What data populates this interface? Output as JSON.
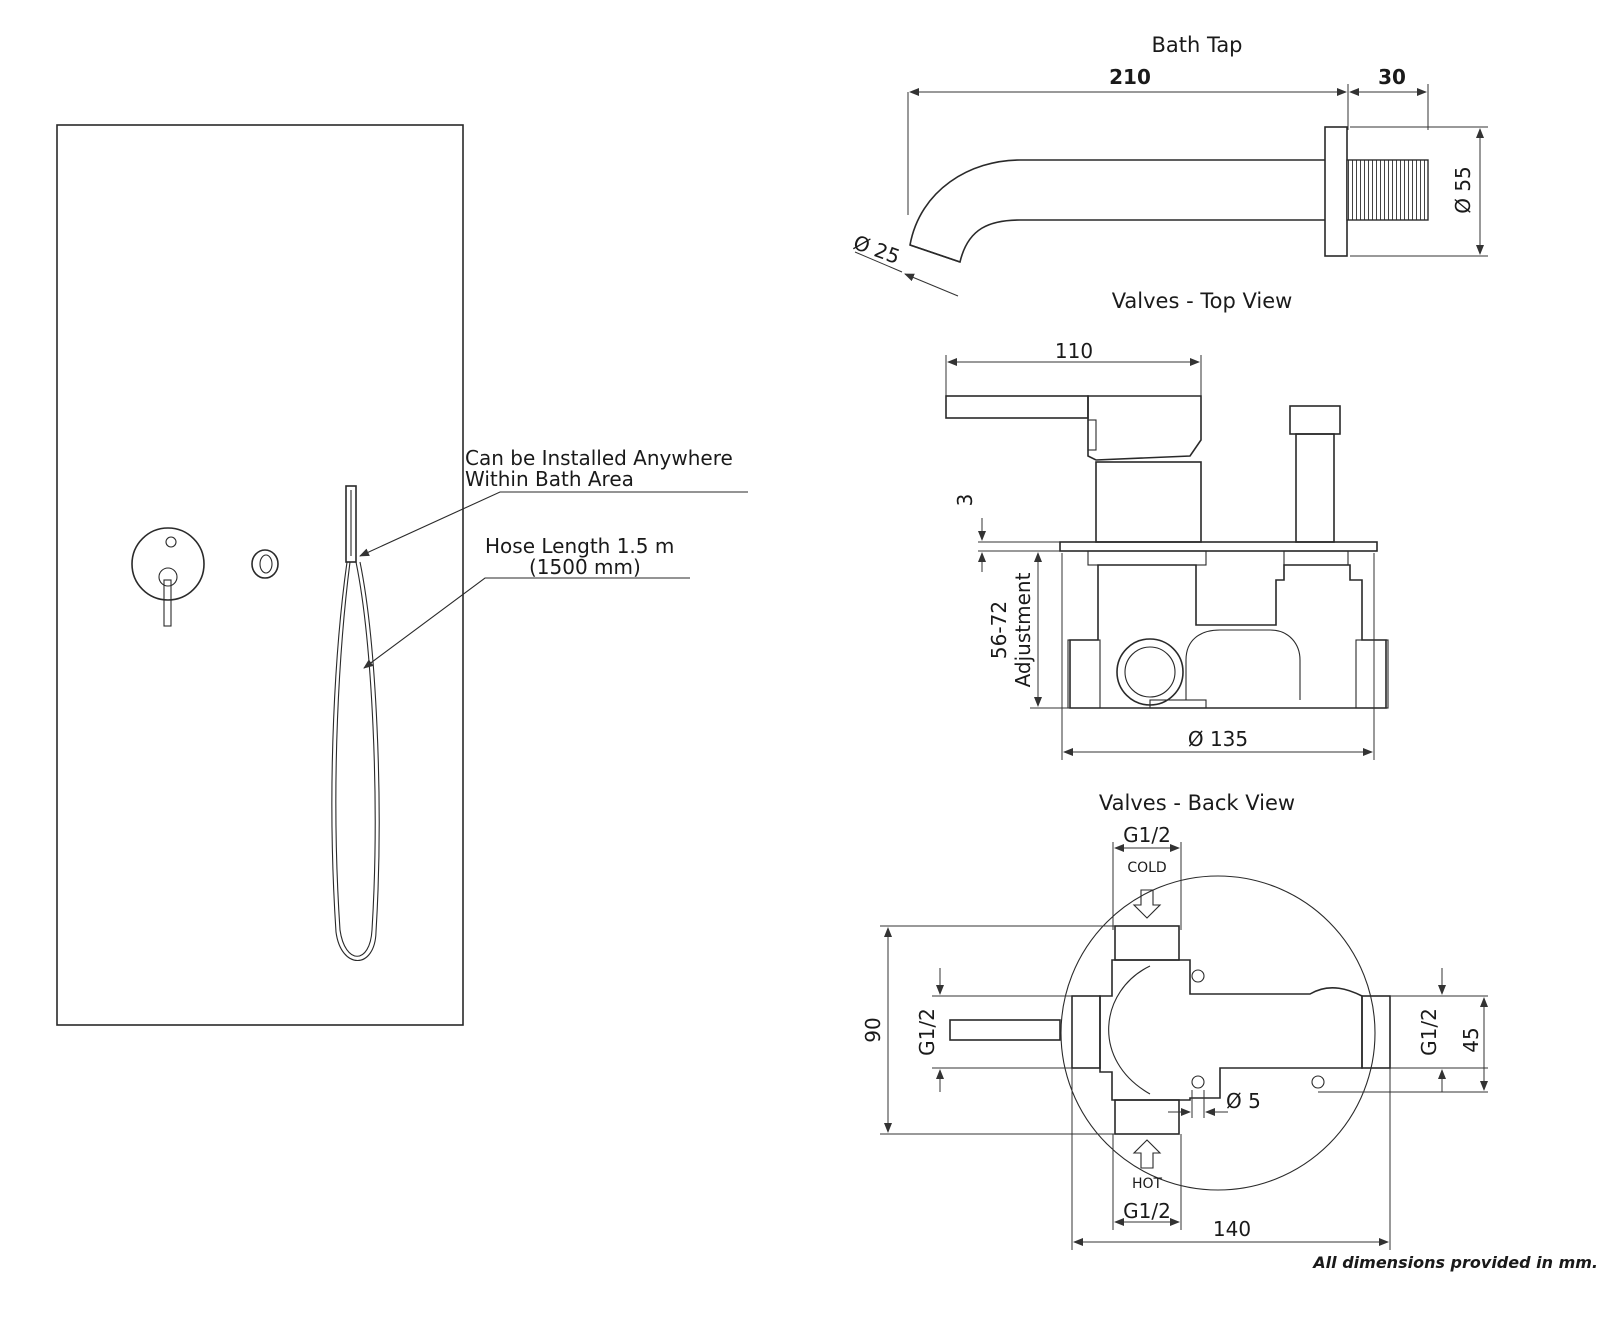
{
  "colors": {
    "line": "#2a2a2a",
    "background": "#ffffff"
  },
  "wall_view": {
    "callout_install": [
      "Can be Installed Anywhere",
      "Within Bath Area"
    ],
    "callout_hose": [
      "Hose Length 1.5 m",
      "(1500 mm)"
    ]
  },
  "bath_tap": {
    "title": "Bath Tap",
    "dim_length": "210",
    "dim_thread": "30",
    "dim_plate_diameter": "Ø 55",
    "dim_spout_diameter": "Ø 25"
  },
  "valves_top": {
    "title": "Valves - Top View",
    "dim_handle": "110",
    "dim_plate": "3",
    "dim_adjust": [
      "56-72",
      "Adjustment"
    ],
    "dim_diameter": "Ø 135"
  },
  "valves_back": {
    "title": "Valves - Back View",
    "top_thread": "G1/2",
    "cold_label": "COLD",
    "hot_label": "HOT",
    "bottom_thread": "G1/2",
    "left_thread": "G1/2",
    "right_thread": "G1/2",
    "dim_height": "90",
    "dim_right": "45",
    "dim_width": "140",
    "dim_hole": "Ø 5"
  },
  "footer_note": "All dimensions provided in mm."
}
